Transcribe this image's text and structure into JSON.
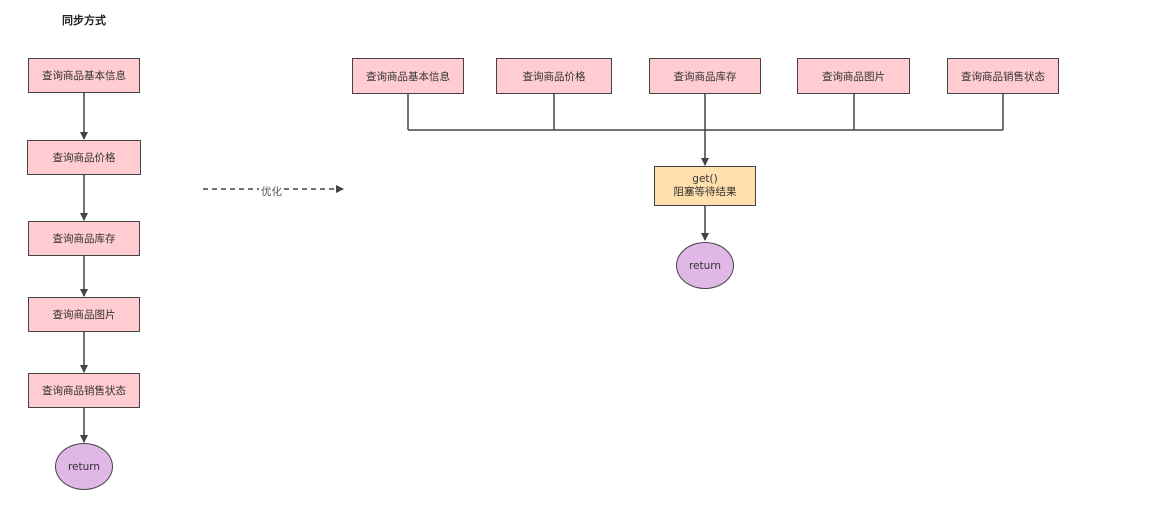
{
  "title": "同步方式",
  "sync_steps": [
    "查询商品基本信息",
    "查询商品价格",
    "查询商品库存",
    "查询商品图片",
    "查询商品销售状态"
  ],
  "sync_end": "return",
  "transition_label": "优化",
  "async_tasks": [
    "查询商品基本信息",
    "查询商品价格",
    "查询商品库存",
    "查询商品图片",
    "查询商品销售状态"
  ],
  "wait_box": {
    "line1": "get()",
    "line2": "阻塞等待结果"
  },
  "async_end": "return",
  "colors": {
    "task_fill": "#ffccd1",
    "wait_fill": "#ffdfab",
    "return_fill": "#e0b8e6",
    "stroke": "#444444"
  }
}
